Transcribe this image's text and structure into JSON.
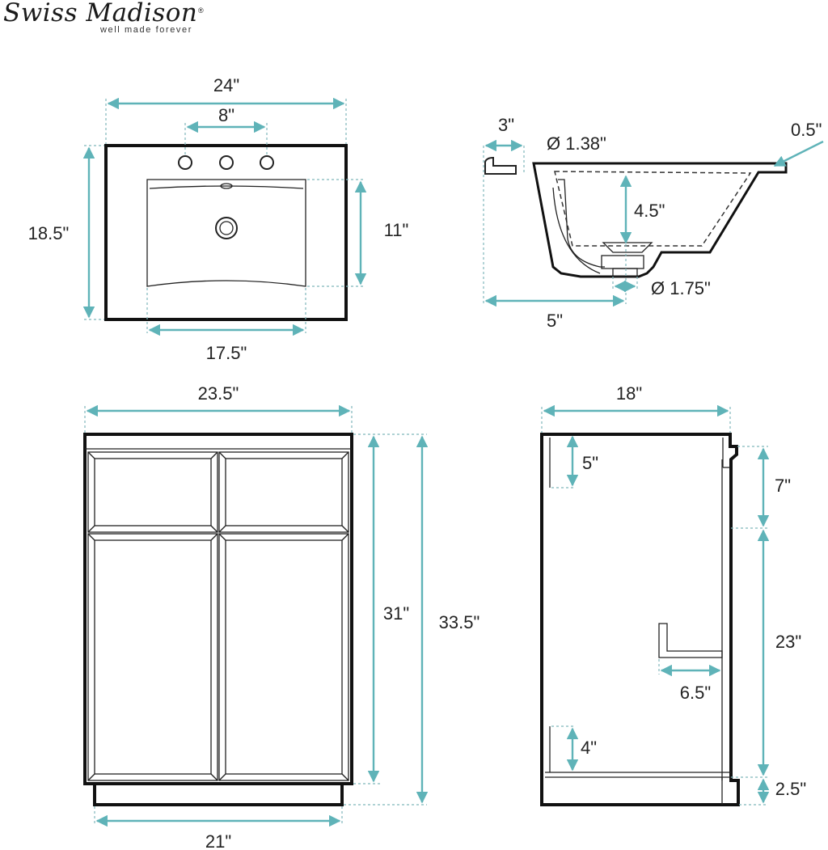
{
  "brand": {
    "name": "Swiss Madison",
    "registered": "®",
    "tagline": "well made forever"
  },
  "colors": {
    "dimension_line": "#5fb3b8",
    "extension_line": "#7fb6bb",
    "outline": "#111111"
  },
  "top_view": {
    "width": "24\"",
    "faucet_spread": "8\"",
    "depth": "18.5\"",
    "basin_depth": "11\"",
    "basin_width": "17.5\""
  },
  "section_view": {
    "rim_width": "3\"",
    "overflow_diameter": "Ø 1.38\"",
    "rim_thickness": "0.5\"",
    "bowl_depth": "4.5\"",
    "drain_offset": "5\"",
    "drain_diameter": "Ø 1.75\""
  },
  "front_view": {
    "cabinet_width": "23.5\"",
    "door_height": "31\"",
    "total_height": "33.5\"",
    "base_width": "21\""
  },
  "side_view": {
    "cabinet_depth": "18\"",
    "top_rail": "5\"",
    "drawer_height": "7\"",
    "door_height": "23\"",
    "shelf_depth": "6.5\"",
    "bottom_rail": "4\"",
    "toe_kick": "2.5\""
  }
}
